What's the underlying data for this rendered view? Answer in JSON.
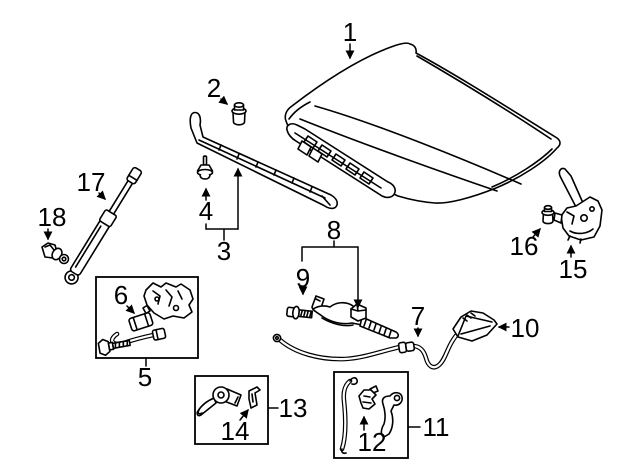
{
  "canvas": {
    "background_color": "#ffffff",
    "line_color": "#000000"
  },
  "diagram": {
    "callouts": [
      {
        "label": "1"
      },
      {
        "label": "2"
      },
      {
        "label": "3"
      },
      {
        "label": "4"
      },
      {
        "label": "5"
      },
      {
        "label": "6"
      },
      {
        "label": "7"
      },
      {
        "label": "8"
      },
      {
        "label": "9"
      },
      {
        "label": "10"
      },
      {
        "label": "11"
      },
      {
        "label": "12"
      },
      {
        "label": "13"
      },
      {
        "label": "14"
      },
      {
        "label": "15"
      },
      {
        "label": "16"
      },
      {
        "label": "17"
      },
      {
        "label": "18"
      }
    ]
  }
}
